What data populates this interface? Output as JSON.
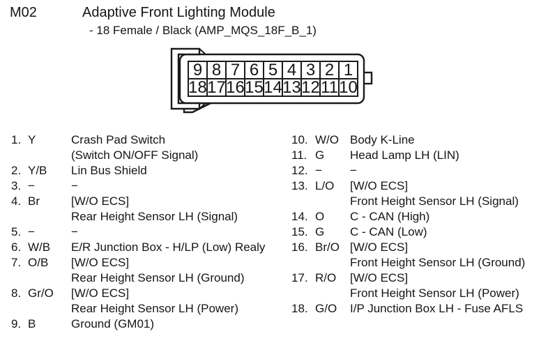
{
  "header": {
    "code": "M02",
    "title": "Adaptive Front Lighting Module",
    "spec": "- 18 Female / Black (AMP_MQS_18F_B_1)"
  },
  "connector": {
    "pin_rows": [
      [
        "9",
        "8",
        "7",
        "6",
        "5",
        "4",
        "3",
        "2",
        "1"
      ],
      [
        "18",
        "17",
        "16",
        "15",
        "14",
        "13",
        "12",
        "11",
        "10"
      ]
    ]
  },
  "pins_left": [
    {
      "num": "1.",
      "color": "Y",
      "lines": [
        "Crash Pad Switch",
        "(Switch ON/OFF Signal)"
      ]
    },
    {
      "num": "2.",
      "color": "Y/B",
      "lines": [
        "Lin Bus Shield"
      ]
    },
    {
      "num": "3.",
      "color": "−",
      "lines": [
        "−"
      ]
    },
    {
      "num": "4.",
      "color": "Br",
      "lines": [
        "[W/O ECS]",
        "Rear Height Sensor LH (Signal)"
      ]
    },
    {
      "num": "5.",
      "color": "−",
      "lines": [
        "−"
      ]
    },
    {
      "num": "6.",
      "color": "W/B",
      "lines": [
        "E/R Junction Box - H/LP (Low) Realy"
      ]
    },
    {
      "num": "7.",
      "color": "O/B",
      "lines": [
        "[W/O ECS]",
        "Rear Height Sensor LH (Ground)"
      ]
    },
    {
      "num": "8.",
      "color": "Gr/O",
      "lines": [
        "[W/O ECS]",
        "Rear Height Sensor LH (Power)"
      ]
    },
    {
      "num": "9.",
      "color": "B",
      "lines": [
        "Ground (GM01)"
      ]
    }
  ],
  "pins_right": [
    {
      "num": "10.",
      "color": "W/O",
      "lines": [
        "Body K-Line"
      ]
    },
    {
      "num": "11.",
      "color": "G",
      "lines": [
        "Head Lamp LH (LIN)"
      ]
    },
    {
      "num": "12.",
      "color": "−",
      "lines": [
        "−"
      ]
    },
    {
      "num": "13.",
      "color": "L/O",
      "lines": [
        "[W/O ECS]",
        "Front Height Sensor LH (Signal)"
      ]
    },
    {
      "num": "14.",
      "color": "O",
      "lines": [
        "C - CAN (High)"
      ]
    },
    {
      "num": "15.",
      "color": "G",
      "lines": [
        "C - CAN (Low)"
      ]
    },
    {
      "num": "16.",
      "color": "Br/O",
      "lines": [
        "[W/O ECS]",
        "Front Height Sensor LH (Ground)"
      ]
    },
    {
      "num": "17.",
      "color": "R/O",
      "lines": [
        "[W/O ECS]",
        "Front Height Sensor LH (Power)"
      ]
    },
    {
      "num": "18.",
      "color": "G/O",
      "lines": [
        "I/P Junction Box LH - Fuse AFLS"
      ]
    }
  ]
}
